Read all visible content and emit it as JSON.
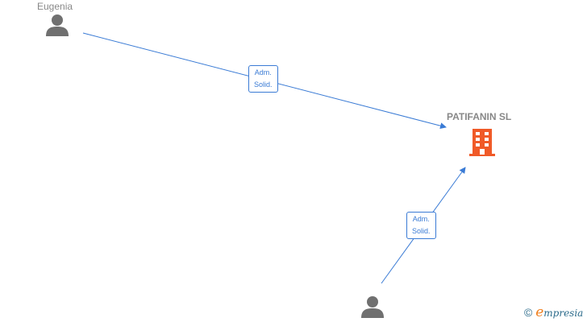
{
  "nodes": {
    "person_top": {
      "label": "Eugenia"
    },
    "person_bottom": {
      "label": ""
    },
    "company": {
      "label": "PATIFANIN  SL"
    }
  },
  "edges": [
    {
      "from": "person_top",
      "to": "company",
      "label_line1": "Adm.",
      "label_line2": "Solid."
    },
    {
      "from": "person_bottom",
      "to": "company",
      "label_line1": "Adm.",
      "label_line2": "Solid."
    }
  ],
  "colors": {
    "edge": "#3a7bd5",
    "company_icon": "#f05a28",
    "person_icon": "#707070"
  },
  "footer": {
    "copyright": "©",
    "brand_e": "e",
    "brand_rest": "mpresia"
  }
}
